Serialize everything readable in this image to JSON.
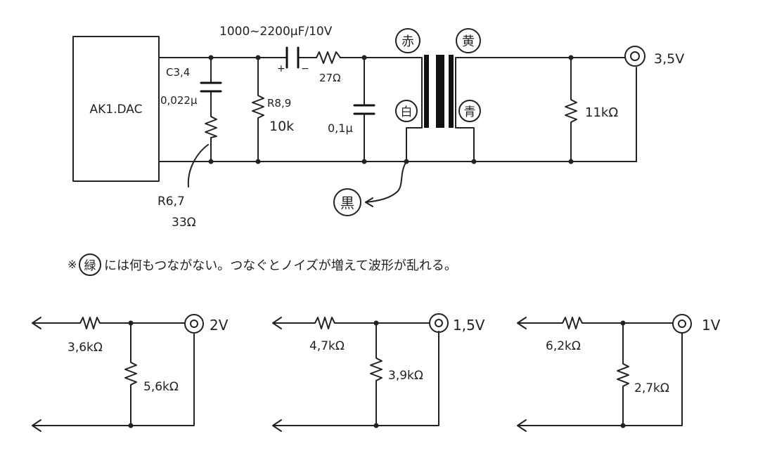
{
  "main": {
    "dac_label": "AK1.DAC",
    "c_label_top": "1000~2200μF/10V",
    "c34_name": "C3,4",
    "c34_value": "0,022μ",
    "r67_name": "R6,7",
    "r67_value": "33Ω",
    "r89_name": "R8,9",
    "r89_value": "10k",
    "r_series_value": "27Ω",
    "c_shunt_value": "0,1μ",
    "r_load_value": "11kΩ",
    "output_voltage": "3,5V",
    "wire_red": "赤",
    "wire_yellow": "黄",
    "wire_white": "白",
    "wire_blue": "青",
    "wire_black": "黒",
    "cap_plus": "+",
    "cap_minus": "−"
  },
  "note": {
    "mark": "※",
    "wire_green": "緑",
    "text": "には何もつながない。つなぐとノイズが増えて波形が乱れる。"
  },
  "dividers": [
    {
      "series_r": "3,6kΩ",
      "shunt_r": "5,6kΩ",
      "voltage": "2V"
    },
    {
      "series_r": "4,7kΩ",
      "shunt_r": "3,9kΩ",
      "voltage": "1,5V"
    },
    {
      "series_r": "6,2kΩ",
      "shunt_r": "2,7kΩ",
      "voltage": "1V"
    }
  ]
}
